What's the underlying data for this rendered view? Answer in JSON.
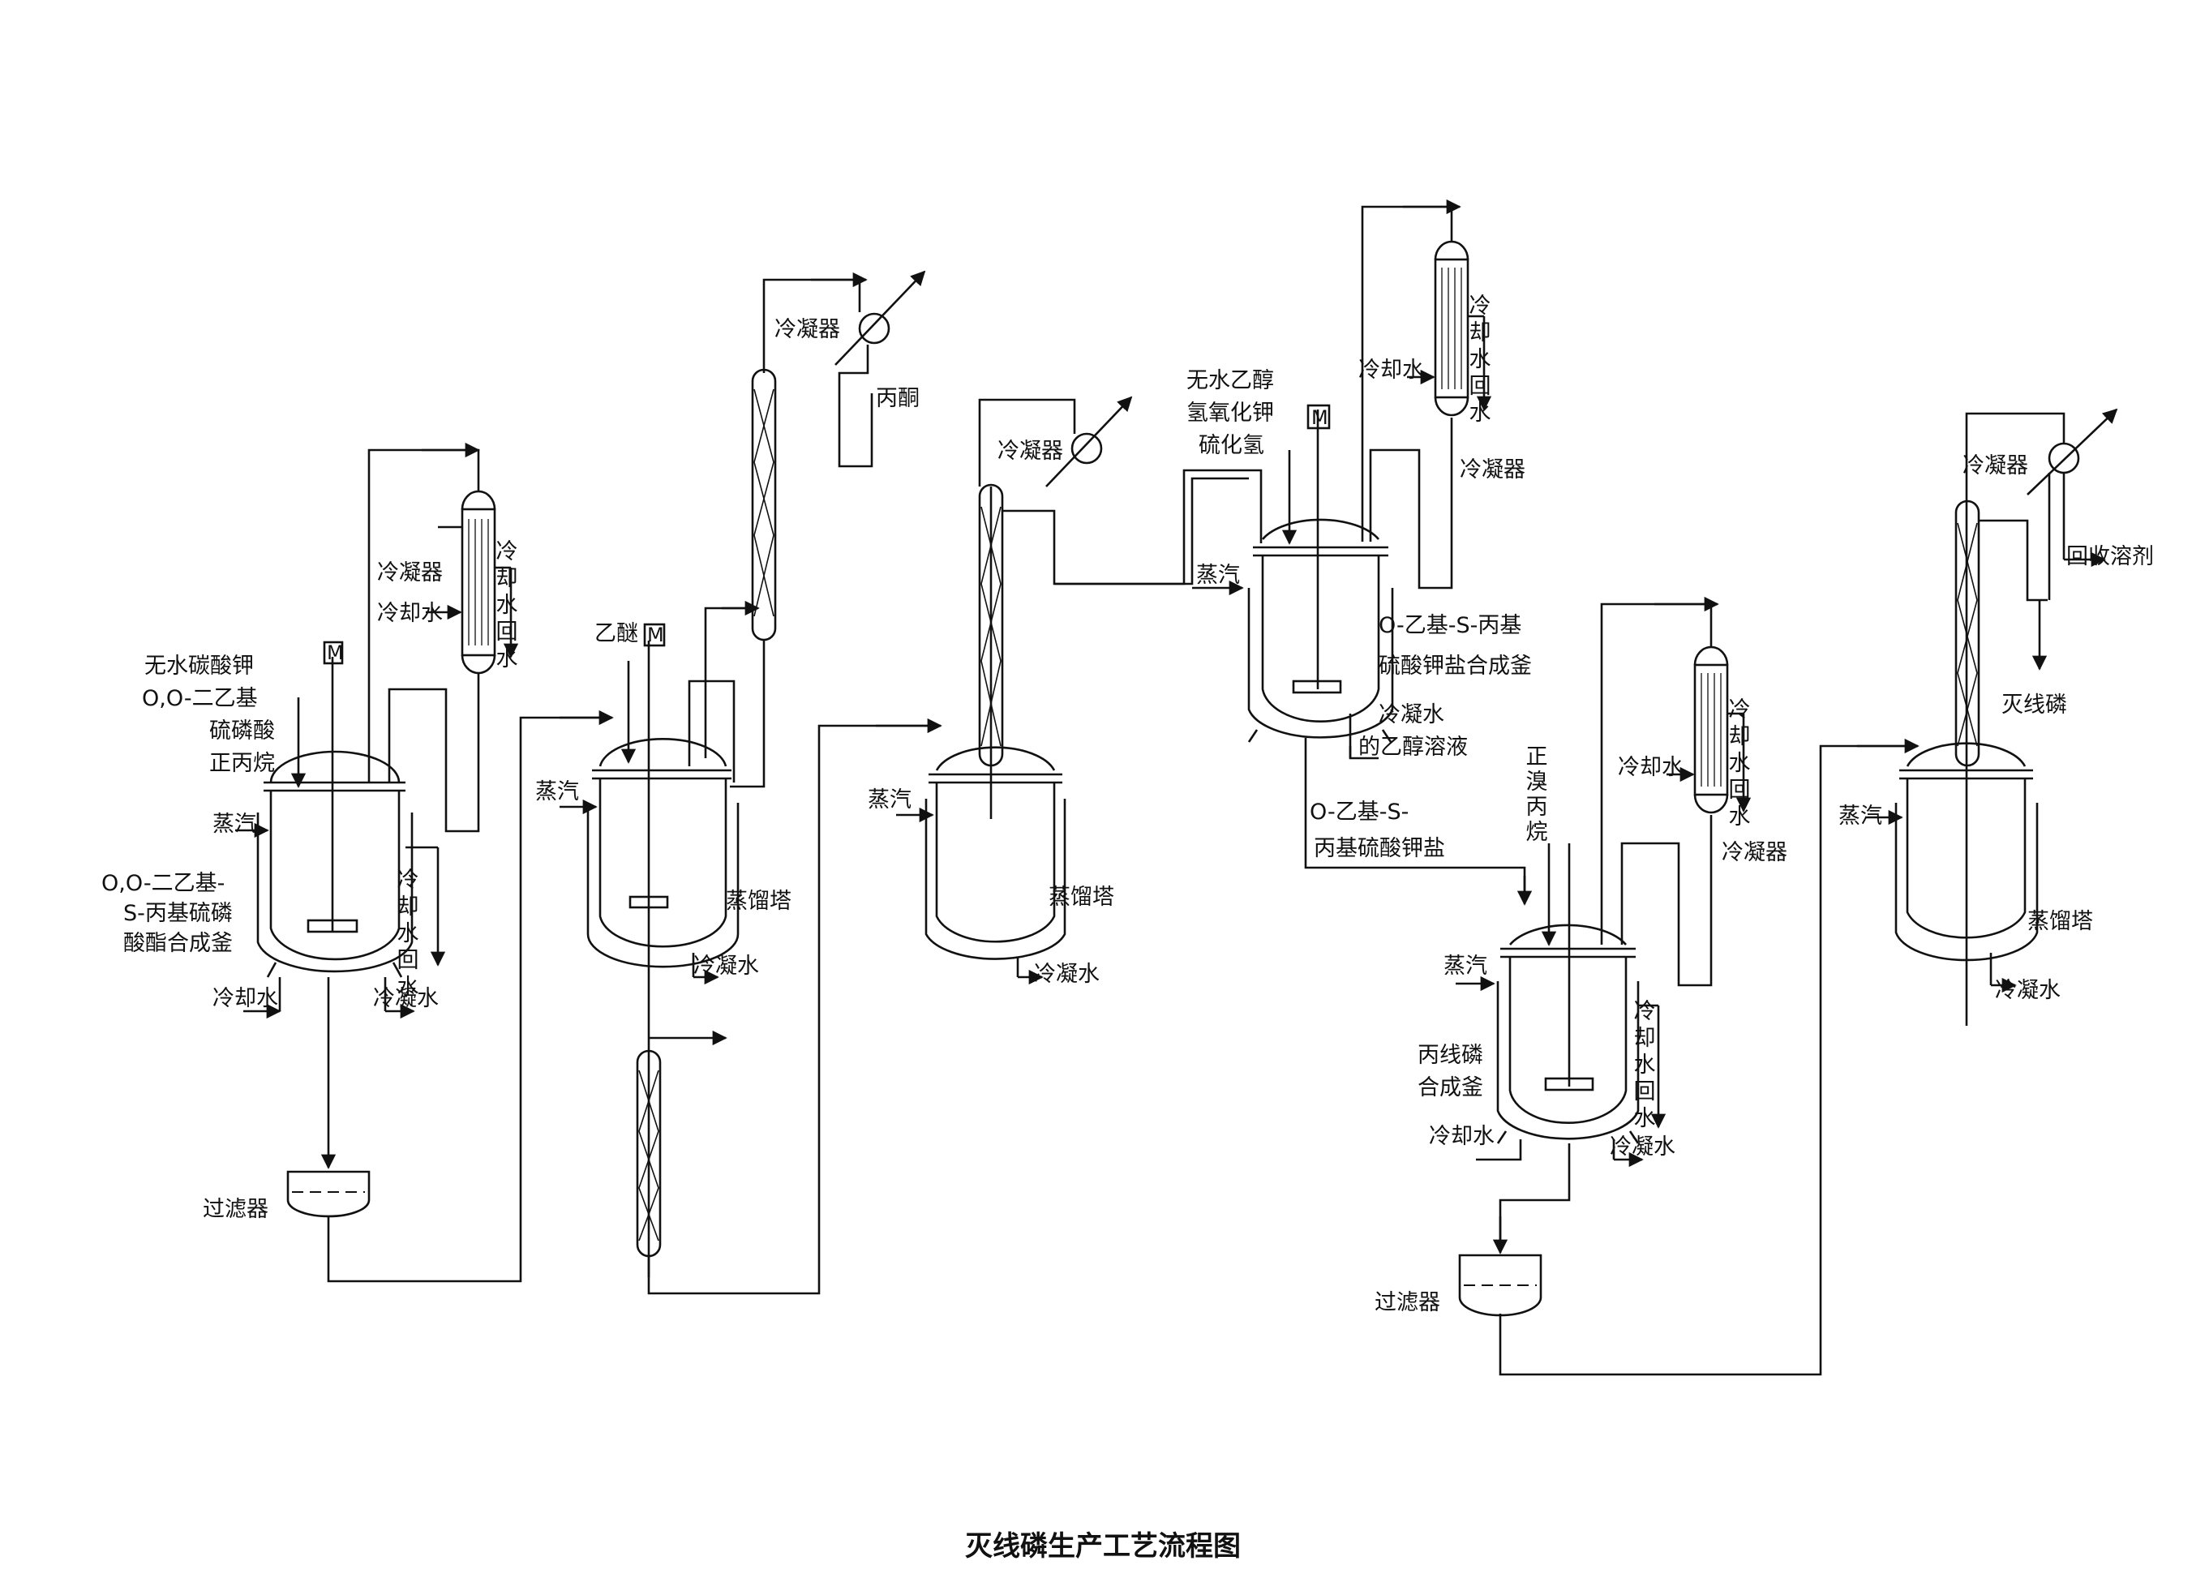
{
  "title": "灭线磷生产工艺流程图",
  "labels": {
    "r1_feed_1": "无水碳酸钾",
    "r1_feed_2": "O,O-二乙基",
    "r1_feed_3": "硫磷酸",
    "r1_feed_4": "正丙烷",
    "r1_steam": "蒸汽",
    "r1_name_1": "O,O-二乙基-",
    "r1_name_2": "S-丙基硫磷",
    "r1_name_3": "酸酯合成釜",
    "r1_cw_in": "冷却水",
    "r1_condensate": "冷凝水",
    "r1_cw_return": "冷却水回水",
    "r1_condenser": "冷凝器",
    "r1_condenser_cw": "冷却水",
    "r1_condenser_return": "冷却水回水",
    "filter1": "过滤器",
    "d1_ether": "乙醚",
    "d1_steam": "蒸汽",
    "d1_name": "蒸馏塔",
    "d1_condensate": "冷凝水",
    "d1_condenser": "冷凝器",
    "d1_acetone": "丙酮",
    "d2_steam": "蒸汽",
    "d2_name": "蒸馏塔",
    "d2_condensate": "冷凝水",
    "d2_condenser": "冷凝器",
    "r2_feed_1": "无水乙醇",
    "r2_feed_2": "氢氧化钾",
    "r2_feed_3": "硫化氢",
    "r2_steam": "蒸汽",
    "r2_name_1": "O-乙基-S-丙基",
    "r2_name_2": "硫酸钾盐合成釜",
    "r2_out_1": "冷凝水",
    "r2_out_2": "的乙醇溶液",
    "r2_salt_1": "O-乙基-S-",
    "r2_salt_2": "丙基硫酸钾盐",
    "r2_condenser": "冷凝器",
    "r2_condenser_cw": "冷却水",
    "r2_condenser_return": "冷却水回水",
    "r3_feed": "正溴丙烷",
    "r3_steam": "蒸汽",
    "r3_name_1": "丙线磷",
    "r3_name_2": "合成釜",
    "r3_cw_in": "冷却水",
    "r3_condensate": "冷凝水",
    "r3_cw_return": "冷却水回水",
    "r3_condenser": "冷凝器",
    "r3_condenser_cw": "冷却水",
    "r3_condenser_return": "冷却水回水",
    "filter2": "过滤器",
    "d3_steam": "蒸汽",
    "d3_name": "蒸馏塔",
    "d3_condensate": "冷凝水",
    "d3_condenser": "冷凝器",
    "d3_solvent": "回收溶剂",
    "d3_product": "灭线磷"
  },
  "motor_symbol": "M",
  "colors": {
    "ink": "#111111",
    "paper": "#ffffff"
  }
}
